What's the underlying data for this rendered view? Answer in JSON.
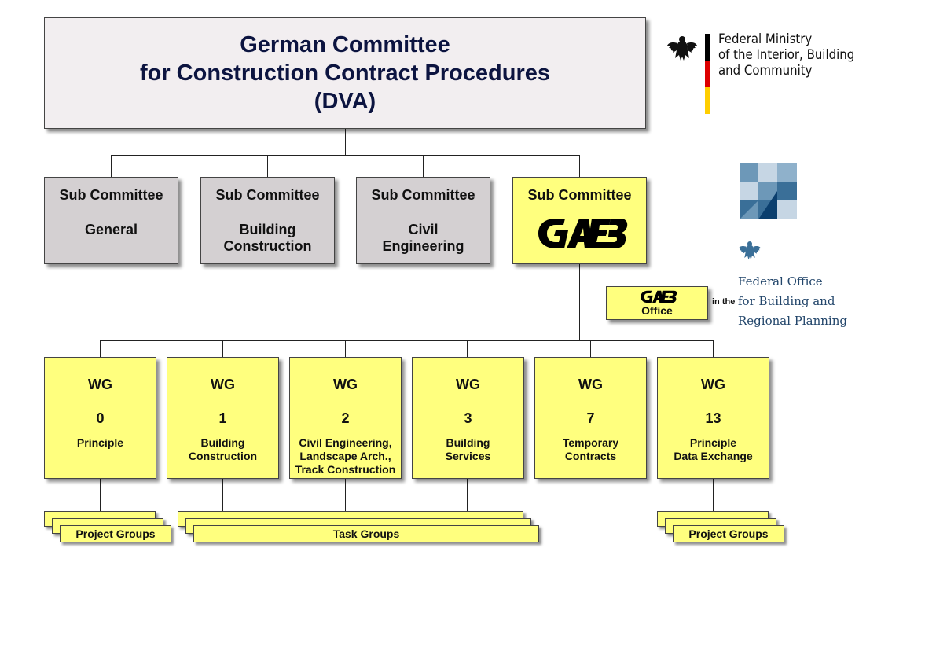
{
  "header": {
    "lines": [
      "German Committee",
      "for Construction Contract Procedures",
      "(DVA)"
    ]
  },
  "ministry": {
    "lines": [
      "Federal Ministry",
      "of the Interior, Building",
      "and Community"
    ],
    "flag_colors": [
      "#000000",
      "#dd0000",
      "#ffce00"
    ]
  },
  "sub_committees": [
    {
      "title": "Sub Committee",
      "name_lines": [
        "General"
      ]
    },
    {
      "title": "Sub Committee",
      "name_lines": [
        "Building",
        "Construction"
      ]
    },
    {
      "title": "Sub Committee",
      "name_lines": [
        "Civil",
        "Engineering"
      ]
    },
    {
      "title": "Sub Committee",
      "logo": "GAEB"
    }
  ],
  "office": {
    "logo": "GAEB",
    "label": "Office",
    "connector": "in the"
  },
  "federal_office": {
    "lines": [
      "Federal Office",
      "for Building and",
      "Regional Planning"
    ]
  },
  "working_groups": [
    {
      "label": "WG",
      "number": "0",
      "desc_lines": [
        "Principle"
      ]
    },
    {
      "label": "WG",
      "number": "1",
      "desc_lines": [
        "Building",
        "Construction"
      ]
    },
    {
      "label": "WG",
      "number": "2",
      "desc_lines": [
        "Civil Engineering,",
        "Landscape Arch.,",
        "Track Construction"
      ]
    },
    {
      "label": "WG",
      "number": "3",
      "desc_lines": [
        "Building",
        "Services"
      ]
    },
    {
      "label": "WG",
      "number": "7",
      "desc_lines": [
        "Temporary",
        "Contracts"
      ]
    },
    {
      "label": "WG",
      "number": "13",
      "desc_lines": [
        "Principle",
        "Data Exchange"
      ]
    }
  ],
  "groups": {
    "project_left": "Project Groups",
    "task": "Task Groups",
    "project_right": "Project Groups"
  },
  "colors": {
    "yellow": "#ffff7e",
    "gray": "#d4d0d2",
    "header_bg": "#f2eef0",
    "header_text": "#0c1440",
    "bbr_text": "#23466b",
    "bbr_blue": "#3a6f98"
  }
}
